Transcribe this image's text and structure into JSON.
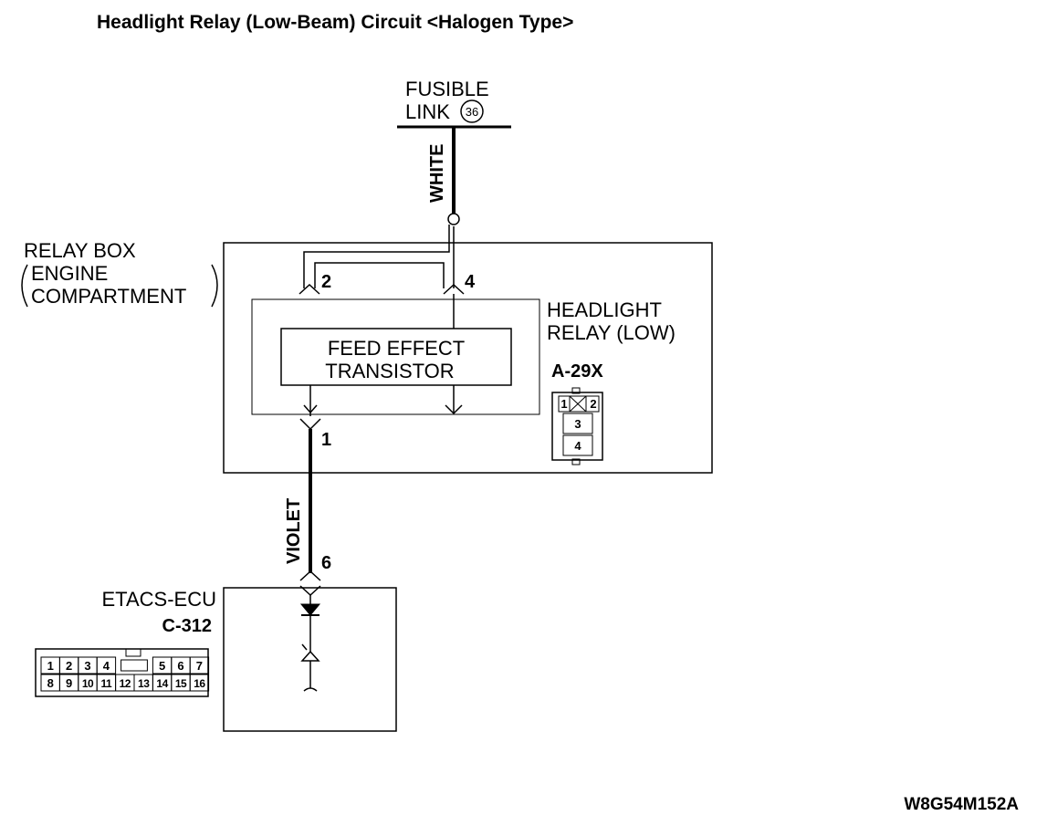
{
  "title": "Headlight Relay (Low-Beam) Circuit <Halogen Type>",
  "fusible_link": {
    "line1": "FUSIBLE",
    "line2": "LINK",
    "number": "36"
  },
  "wires": {
    "top": "WHITE",
    "bottom": "VIOLET"
  },
  "relay_box": {
    "line1": "RELAY BOX",
    "line2": "ENGINE",
    "line3": "COMPARTMENT"
  },
  "relay": {
    "name_line1": "HEADLIGHT",
    "name_line2": "RELAY (LOW)",
    "connector": "A-29X",
    "transistor_line1": "FEED EFFECT",
    "transistor_line2": "TRANSISTOR",
    "pins": {
      "pin2": "2",
      "pin4": "4",
      "pin1": "1"
    },
    "connector_pins": [
      "1",
      "2",
      "3",
      "4"
    ]
  },
  "ecu": {
    "name": "ETACS-ECU",
    "connector": "C-312",
    "pin6": "6",
    "connector_pins_top": [
      "1",
      "2",
      "3",
      "4",
      "5",
      "6",
      "7"
    ],
    "connector_pins_bottom": [
      "8",
      "9",
      "10",
      "11",
      "12",
      "13",
      "14",
      "15",
      "16"
    ]
  },
  "diagram_code": "W8G54M152A"
}
